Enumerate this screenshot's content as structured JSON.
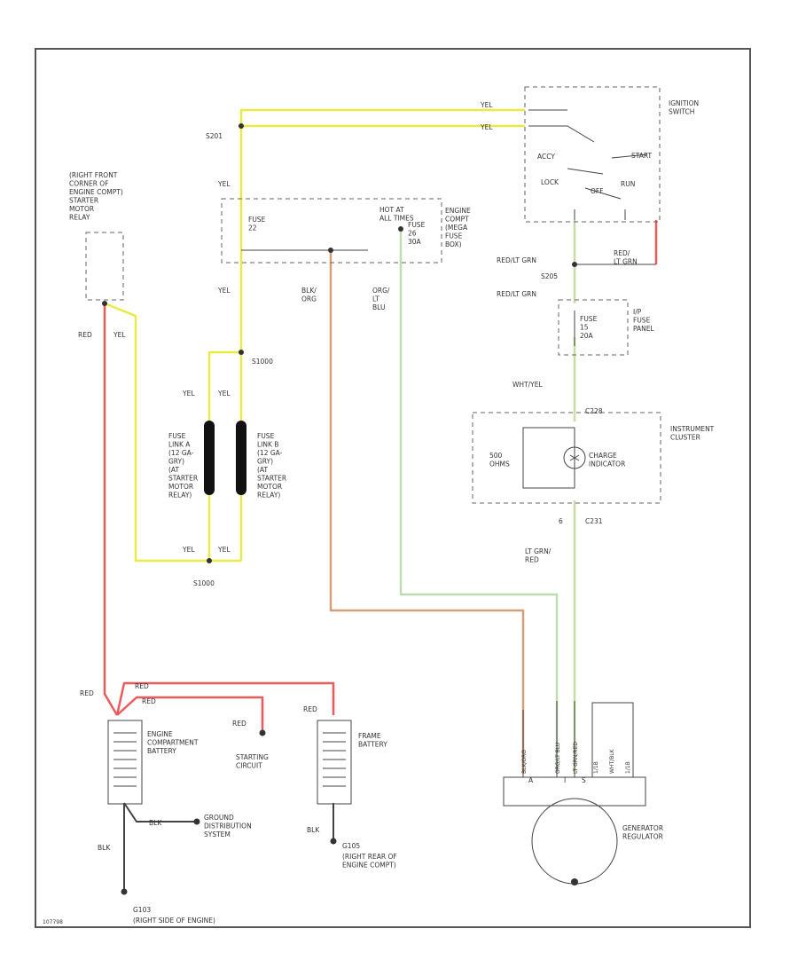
{
  "colors": {
    "yel": "#eaea46",
    "red": "#ee5a5a",
    "orange": "#d4a07a",
    "green": "#bddcb0",
    "ltgrn": "#c9dca6",
    "outline": "#555555",
    "ink": "#333333"
  },
  "labels": {
    "s201": "S201",
    "yel_ign_top": "YEL",
    "yel_ign_bot": "YEL",
    "ign_switch": [
      "IGNITION",
      "SWITCH"
    ],
    "accy": "ACCY",
    "start": "START",
    "lock": "LOCK",
    "off": "OFF",
    "run": "RUN",
    "bright_front": [
      "(RIGHT FRONT",
      "CORNER OF",
      "ENGINE COMPT)",
      "STARTER",
      "MOTOR",
      "RELAY"
    ],
    "red_relay": "RED",
    "yel_relay": "YEL",
    "yel_left_top": "YEL",
    "yel_left_mid": "YEL",
    "hot_at": [
      "HOT AT",
      "ALL TIMES"
    ],
    "fuse_22": [
      "FUSE",
      "22"
    ],
    "fuse_26": [
      "FUSE",
      "26",
      "30A"
    ],
    "eng_fuse_box": [
      "ENGINE",
      "COMPT",
      "(MEGA",
      "FUSE",
      "BOX)"
    ],
    "blk_org": [
      "BLK/",
      "ORG"
    ],
    "org_ltblu": [
      "ORG/",
      "LT",
      "BLU"
    ],
    "redlt_grn_1": "RED/LT GRN",
    "red_ltgrn_sw": [
      "RED/",
      "LT GRN"
    ],
    "s205": "S205",
    "redlt_grn_2": "RED/LT GRN",
    "fuse_panel": [
      "I/P",
      "FUSE",
      "PANEL"
    ],
    "fuse_15": [
      "FUSE",
      "15",
      "20A"
    ],
    "s1000": "S1000",
    "yel_fl_a_top": "YEL",
    "yel_fl_b_top": "YEL",
    "fuse_link_a": [
      "FUSE",
      "LINK A",
      "(12 GA-",
      "GRY)",
      "(AT",
      "STARTER",
      "MOTOR",
      "RELAY)"
    ],
    "fuse_link_b": [
      "FUSE",
      "LINK B",
      "(12 GA-",
      "GRY)",
      "(AT",
      "STARTER",
      "MOTOR",
      "RELAY)"
    ],
    "yel_fl_a_bot": "YEL",
    "yel_fl_b_bot": "YEL",
    "s1000_bot": "S1000",
    "wht_yel": "WHT/YEL",
    "c228": "C228",
    "inst_cluster": [
      "INSTRUMENT",
      "CLUSTER"
    ],
    "ohms": [
      "500",
      "OHMS"
    ],
    "charge_ind": [
      "CHARGE",
      "INDICATOR"
    ],
    "pin_6": "6",
    "c231": "C231",
    "ltgrn_red": [
      "LT GRN/",
      "RED"
    ],
    "red_a": "RED",
    "red_b": "RED",
    "red_c": "RED",
    "red_d": "RED",
    "red_e": "RED",
    "eng_batt": [
      "ENGINE",
      "COMPARTMENT",
      "BATTERY"
    ],
    "starting": [
      "STARTING",
      "CIRCUIT"
    ],
    "frame_batt": [
      "FRAME",
      "BATTERY"
    ],
    "blk_gd": "BLK",
    "blk_main": "BLK",
    "blk_frame": "BLK",
    "gnd_dist": [
      "GROUND",
      "DISTRIBUTION",
      "SYSTEM"
    ],
    "g103": "G103",
    "g103_note": "(RIGHT SIDE OF ENGINE)",
    "g105": "G105",
    "g105_note": [
      "(RIGHT REAR OF",
      "ENGINE COMPT)"
    ],
    "gen_reg": [
      "GENERATOR",
      "REGULATOR"
    ],
    "conn_labels": [
      "BLK/ORG",
      "ORG/LT BLU",
      "LT GRN/RED",
      "1/1B",
      "WHT/BLK",
      "1/1B"
    ],
    "term_a": "A",
    "term_i": "I",
    "term_s": "S",
    "footer": "107798"
  }
}
